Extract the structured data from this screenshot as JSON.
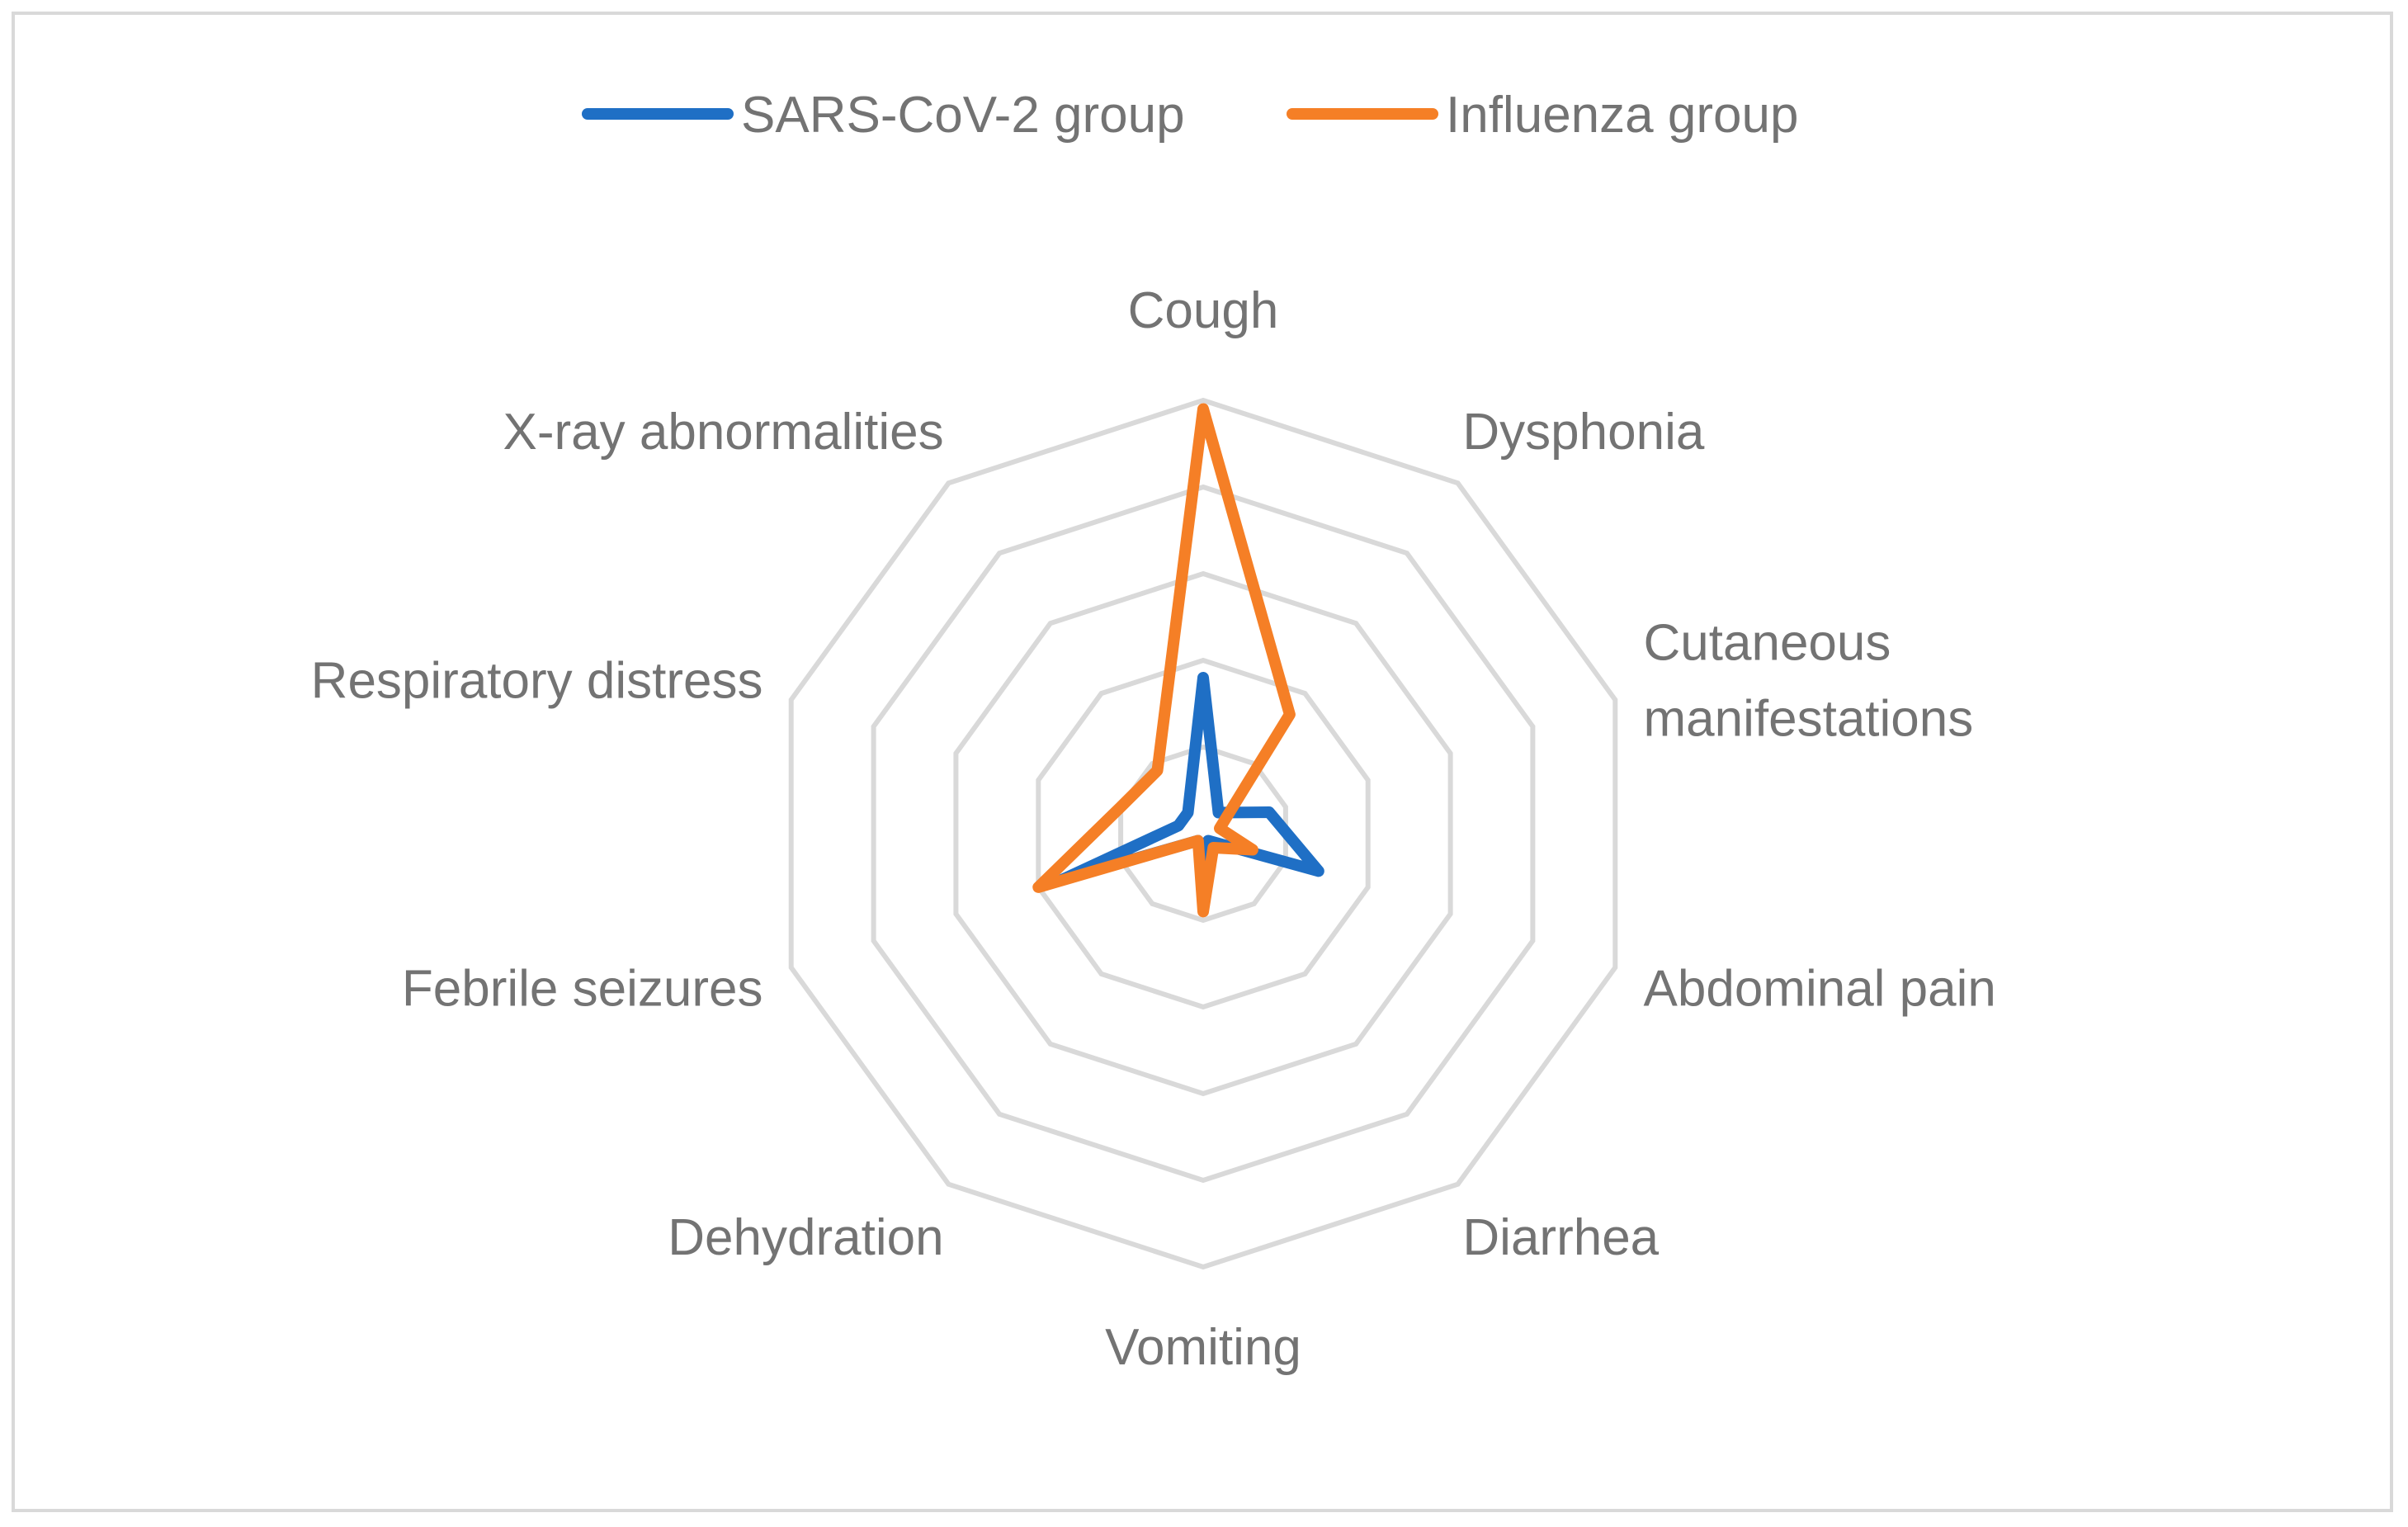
{
  "chart_data": {
    "type": "radar",
    "title": "",
    "categories": [
      "Cough",
      "Dysphonia",
      "Cutaneous manifestations",
      "Abdominal pain",
      "Diarrhea",
      "Vomiting",
      "Dehydration",
      "Febrile seizures",
      "Respiratory distress",
      "X-ray abnormalities"
    ],
    "category_lines": [
      [
        "Cough"
      ],
      [
        "Dysphonia"
      ],
      [
        "Cutaneous",
        "manifestations"
      ],
      [
        "Abdominal pain"
      ],
      [
        "Diarrhea"
      ],
      [
        "Vomiting"
      ],
      [
        "Dehydration"
      ],
      [
        "Febrile seizures"
      ],
      [
        "Respiratory distress"
      ],
      [
        "X-ray abnormalities"
      ]
    ],
    "series": [
      {
        "name": "SARS-CoV-2 group",
        "color": "#1f6fc5",
        "values": [
          1.8,
          0.3,
          0.8,
          1.4,
          0.1,
          0.4,
          0.1,
          1.7,
          0.3,
          0.3
        ]
      },
      {
        "name": "Influenza group",
        "color": "#f57f26",
        "values": [
          4.9,
          1.7,
          0.2,
          0.6,
          0.2,
          0.9,
          0.1,
          2.0,
          1.0,
          0.9
        ]
      }
    ],
    "rlim": [
      0,
      5
    ],
    "rings": 5,
    "grid": true,
    "grid_color": "#d9d9d9",
    "legend": "top"
  }
}
